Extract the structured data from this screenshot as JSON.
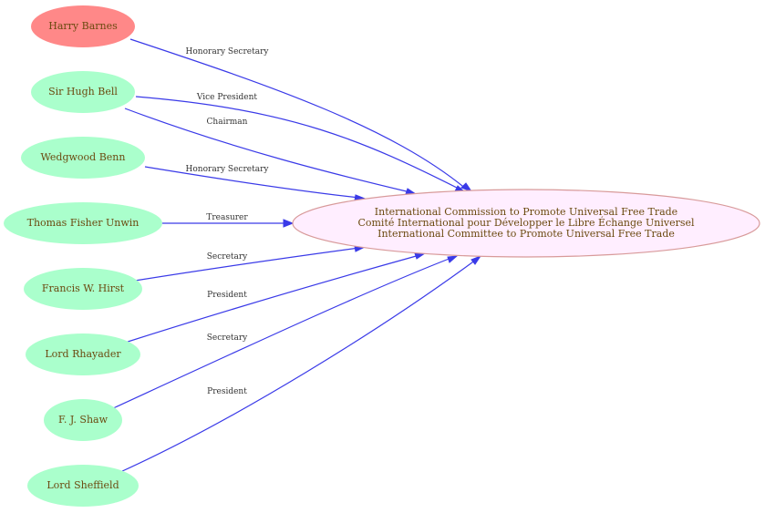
{
  "colors": {
    "person_fill": "#aaffcc",
    "highlight_fill": "#ff8888",
    "org_fill": "#ffeeff",
    "org_stroke": "#d89a9a",
    "edge": "#3a3ae8",
    "node_text": "#6b4a10"
  },
  "organization": {
    "lines": [
      "International Commission to Promote Universal Free Trade",
      "Comité International pour Développer le Libre Échange Universel",
      "International Committee to Promote Universal Free Trade"
    ]
  },
  "people": [
    {
      "name": "Harry Barnes",
      "role": "Honorary Secretary",
      "highlight": true
    },
    {
      "name": "Sir Hugh Bell",
      "role": "Vice President"
    },
    {
      "name": "Sir Hugh Bell",
      "role": "Chairman"
    },
    {
      "name": "Wedgwood Benn",
      "role": "Honorary Secretary"
    },
    {
      "name": "Thomas Fisher Unwin",
      "role": "Treasurer"
    },
    {
      "name": "Francis W. Hirst",
      "role": "Secretary"
    },
    {
      "name": "Lord Rhayader",
      "role": "President"
    },
    {
      "name": "F. J. Shaw",
      "role": "Secretary"
    },
    {
      "name": "Lord Sheffield",
      "role": "President"
    }
  ]
}
